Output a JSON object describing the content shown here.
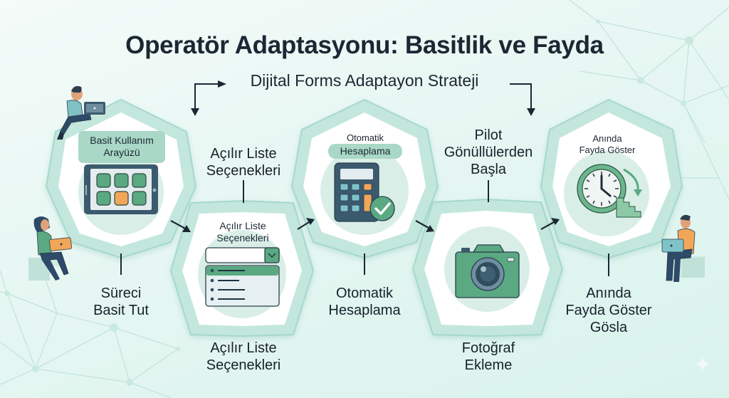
{
  "header": {
    "title": "Operatör Adaptasyonu: Basitlik ve Fayda",
    "subtitle": "Dijital Forms Adaptayon Strateji"
  },
  "steps": [
    {
      "inner_label_line1": "Basit Kullanım",
      "inner_label_line2": "Arayüzü",
      "icon": "tablet-icon",
      "outer_label_line1": "Süreci",
      "outer_label_line2": "Basit Tut",
      "outer_position": "bottom"
    },
    {
      "inner_label_line1": "Açılır Liste",
      "inner_label_line2": "Seçenekleri",
      "icon": "dropdown-list-icon",
      "top_label_line1": "Açılır Liste",
      "top_label_line2": "Seçenekleri",
      "outer_label_line1": "Açılır Liste",
      "outer_label_line2": "Seçenekleri",
      "outer_position": "bottom"
    },
    {
      "inner_label_line1": "Otomatik",
      "inner_label_line2": "Hesaplama",
      "icon": "calculator-check-icon",
      "outer_label_line1": "Otomatik",
      "outer_label_line2": "Hesaplama",
      "outer_position": "bottom"
    },
    {
      "icon": "camera-icon",
      "top_label_line1": "Pilot",
      "top_label_line2": "Gönüllülerden",
      "top_label_line3": "Başla",
      "outer_label_line1": "Fotoğraf",
      "outer_label_line2": "Ekleme",
      "outer_position": "bottom"
    },
    {
      "inner_label_line1": "Anında",
      "inner_label_line2": "Fayda Göster",
      "icon": "clock-stairs-icon",
      "outer_label_line1": "Anında",
      "outer_label_line2": "Fayda Göster",
      "outer_label_line3": "Gösla",
      "outer_position": "bottom"
    }
  ],
  "colors": {
    "background": "#e6f6f1",
    "hex_border": "#bfe6dc",
    "hex_fill": "#ffffff",
    "circle_fill": "#d7ede6",
    "accent_green": "#5aa982",
    "accent_orange": "#f2a65a",
    "dark_slate": "#3c5a6e",
    "text": "#17212b"
  },
  "people": [
    {
      "position": "top-left",
      "shirt": "teal"
    },
    {
      "position": "left",
      "shirt": "green"
    },
    {
      "position": "right",
      "shirt": "orange"
    }
  ]
}
